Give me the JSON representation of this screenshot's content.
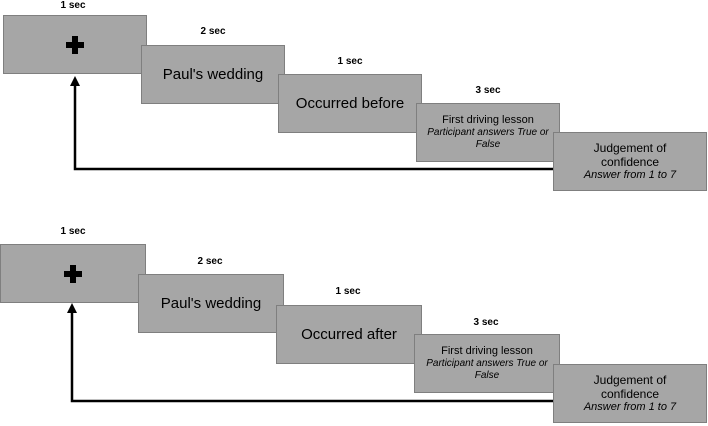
{
  "sequences": [
    {
      "fixation_time": "1 sec",
      "event_time": "2 sec",
      "event": "Paul's wedding",
      "relation_time": "1 sec",
      "relation": "Occurred before",
      "probe_time": "3 sec",
      "probe": "First driving lesson",
      "probe_instruction": "Participant answers True or False",
      "confidence_title": "Judgement of confidence",
      "confidence_instruction": "Answer from 1 to 7"
    },
    {
      "fixation_time": "1 sec",
      "event_time": "2 sec",
      "event": "Paul's wedding",
      "relation_time": "1 sec",
      "relation": "Occurred after",
      "probe_time": "3 sec",
      "probe": "First driving lesson",
      "probe_instruction": "Participant answers True or False",
      "confidence_title": "Judgement of confidence",
      "confidence_instruction": "Answer from 1 to 7"
    }
  ],
  "colors": {
    "box_fill": "#a6a6a6",
    "box_border": "#7f7f7f",
    "arrow": "#000000"
  },
  "icons": {
    "fixation": "plus-cross-icon"
  }
}
